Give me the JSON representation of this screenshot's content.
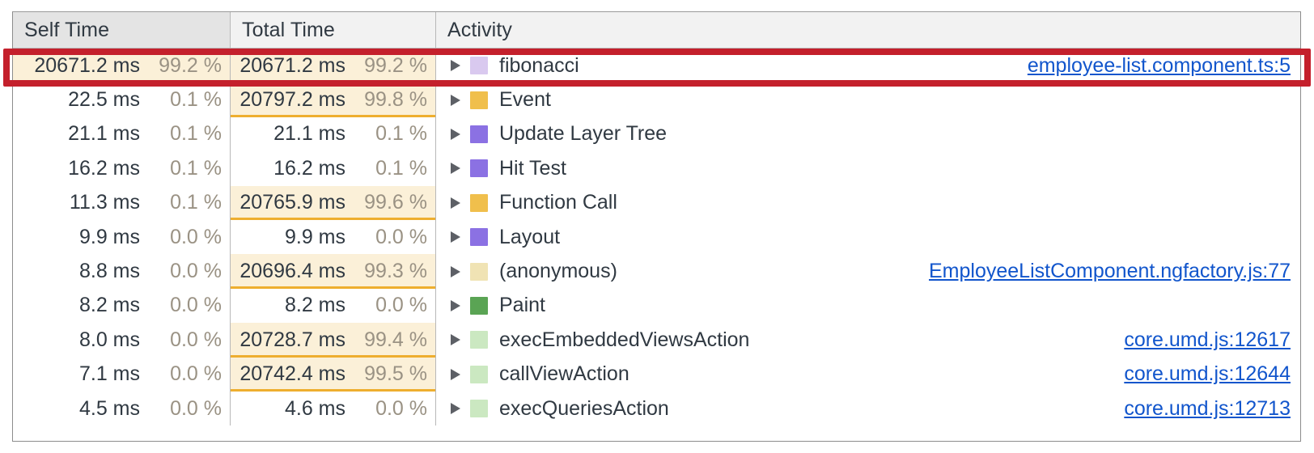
{
  "panel": {
    "name": "performance-bottom-up-table",
    "colors": {
      "highlight_bar_bg": "#fbf0d8",
      "highlight_bar_border": "#eeae2f",
      "annotation_red": "#c4202c",
      "link_blue": "#1155cc",
      "text": "#303942",
      "percent_text": "#9a9284",
      "header_bg": "#f2f2f2",
      "header_sorted_bg": "#e4e4e4",
      "grid_border": "#b8b8b8"
    }
  },
  "columns": [
    {
      "key": "self_time",
      "label": "Self Time",
      "sorted": true
    },
    {
      "key": "total_time",
      "label": "Total Time",
      "sorted": false
    },
    {
      "key": "activity",
      "label": "Activity",
      "sorted": false
    }
  ],
  "annotation": {
    "type": "red-rectangle",
    "target_row_index": 0,
    "target_row_activity": "fibonacci"
  },
  "rows": [
    {
      "self_ms": "20671.2 ms",
      "self_pct": "99.2 %",
      "self_bar": 100,
      "total_ms": "20671.2 ms",
      "total_pct": "99.2 %",
      "total_bar": 100,
      "activity": "fibonacci",
      "color": "#d9c9ef",
      "link": "employee-list.component.ts:5",
      "highlighted": true
    },
    {
      "self_ms": "22.5 ms",
      "self_pct": "0.1 %",
      "self_bar": 0,
      "total_ms": "20797.2 ms",
      "total_pct": "99.8 %",
      "total_bar": 100,
      "activity": "Event",
      "color": "#f0bf4c",
      "link": "",
      "highlighted": false
    },
    {
      "self_ms": "21.1 ms",
      "self_pct": "0.1 %",
      "self_bar": 0,
      "total_ms": "21.1 ms",
      "total_pct": "0.1 %",
      "total_bar": 0,
      "activity": "Update Layer Tree",
      "color": "#8b71e3",
      "link": "",
      "highlighted": false
    },
    {
      "self_ms": "16.2 ms",
      "self_pct": "0.1 %",
      "self_bar": 0,
      "total_ms": "16.2 ms",
      "total_pct": "0.1 %",
      "total_bar": 0,
      "activity": "Hit Test",
      "color": "#8b71e3",
      "link": "",
      "highlighted": false
    },
    {
      "self_ms": "11.3 ms",
      "self_pct": "0.1 %",
      "self_bar": 0,
      "total_ms": "20765.9 ms",
      "total_pct": "99.6 %",
      "total_bar": 100,
      "activity": "Function Call",
      "color": "#f0bf4c",
      "link": "",
      "highlighted": false
    },
    {
      "self_ms": "9.9 ms",
      "self_pct": "0.0 %",
      "self_bar": 0,
      "total_ms": "9.9 ms",
      "total_pct": "0.0 %",
      "total_bar": 0,
      "activity": "Layout",
      "color": "#8b71e3",
      "link": "",
      "highlighted": false
    },
    {
      "self_ms": "8.8 ms",
      "self_pct": "0.0 %",
      "self_bar": 0,
      "total_ms": "20696.4 ms",
      "total_pct": "99.3 %",
      "total_bar": 100,
      "activity": "(anonymous)",
      "color": "#f0e3b4",
      "link": "EmployeeListComponent.ngfactory.js:77",
      "highlighted": false
    },
    {
      "self_ms": "8.2 ms",
      "self_pct": "0.0 %",
      "self_bar": 0,
      "total_ms": "8.2 ms",
      "total_pct": "0.0 %",
      "total_bar": 0,
      "activity": "Paint",
      "color": "#5aa454",
      "link": "",
      "highlighted": false
    },
    {
      "self_ms": "8.0 ms",
      "self_pct": "0.0 %",
      "self_bar": 0,
      "total_ms": "20728.7 ms",
      "total_pct": "99.4 %",
      "total_bar": 100,
      "activity": "execEmbeddedViewsAction",
      "color": "#cbe8c1",
      "link": "core.umd.js:12617",
      "highlighted": false
    },
    {
      "self_ms": "7.1 ms",
      "self_pct": "0.0 %",
      "self_bar": 0,
      "total_ms": "20742.4 ms",
      "total_pct": "99.5 %",
      "total_bar": 100,
      "activity": "callViewAction",
      "color": "#cbe8c1",
      "link": "core.umd.js:12644",
      "highlighted": false
    },
    {
      "self_ms": "4.5 ms",
      "self_pct": "0.0 %",
      "self_bar": 0,
      "total_ms": "4.6 ms",
      "total_pct": "0.0 %",
      "total_bar": 0,
      "activity": "execQueriesAction",
      "color": "#cbe8c1",
      "link": "core.umd.js:12713",
      "highlighted": false
    }
  ]
}
